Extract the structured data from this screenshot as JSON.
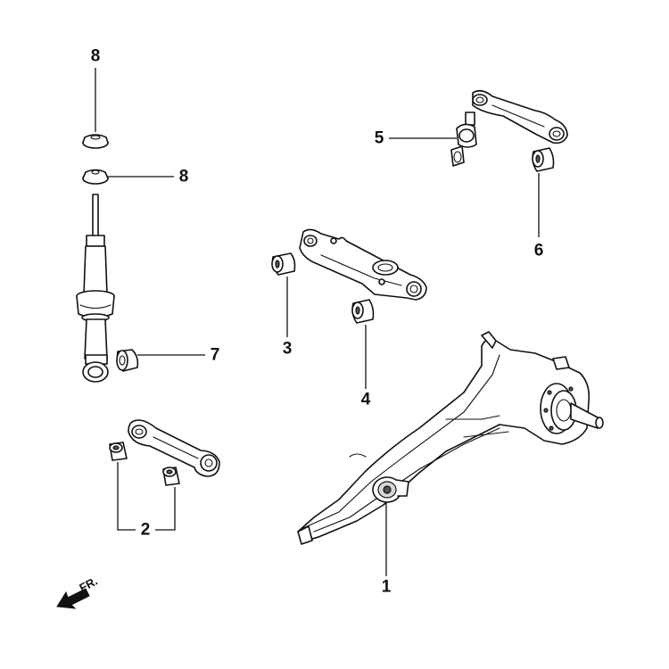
{
  "callouts": {
    "c1": "1",
    "c2": "2",
    "c3": "3",
    "c4": "4",
    "c5": "5",
    "c6": "6",
    "c7": "7",
    "c8_top": "8",
    "c8_mid": "8"
  },
  "direction_label": "FR."
}
